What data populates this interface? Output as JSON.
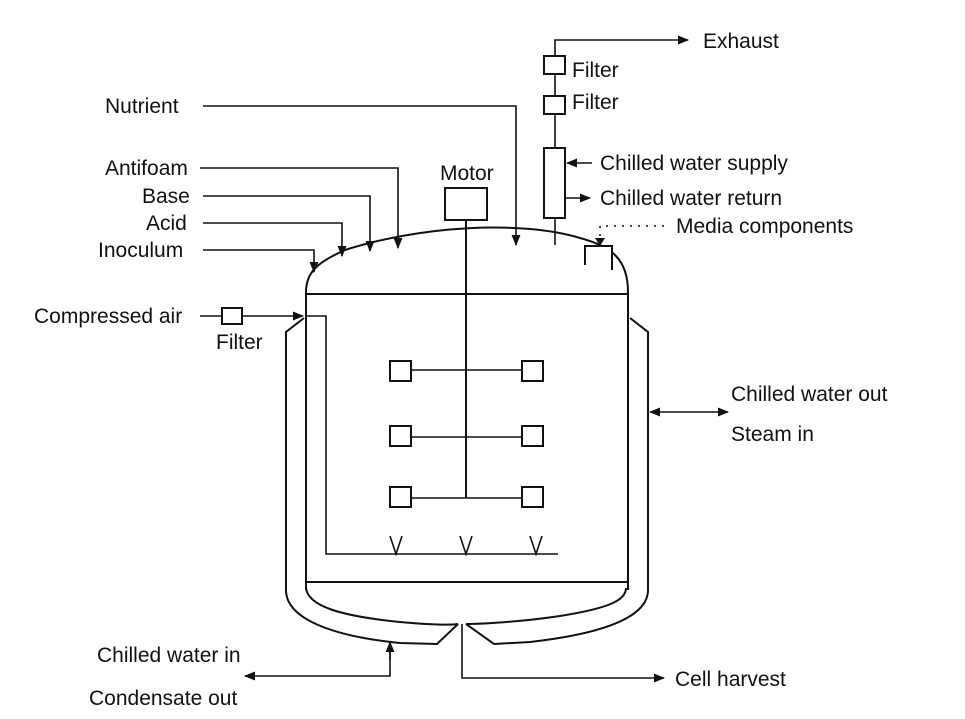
{
  "diagram": {
    "type": "stirred-tank bioreactor schematic",
    "labels": {
      "exhaust": "Exhaust",
      "filter_top_1": "Filter",
      "filter_top_2": "Filter",
      "chilled_water_supply": "Chilled water supply",
      "chilled_water_return": "Chilled water return",
      "media_components": "Media components",
      "nutrient": "Nutrient",
      "antifoam": "Antifoam",
      "base": "Base",
      "acid": "Acid",
      "inoculum": "Inoculum",
      "motor": "Motor",
      "compressed_air": "Compressed air",
      "filter_air": "Filter",
      "chilled_water_out": "Chilled water out",
      "steam_in": "Steam in",
      "chilled_water_in": "Chilled water in",
      "condensate_out": "Condensate out",
      "cell_harvest": "Cell harvest"
    },
    "impeller_count": 3,
    "sparger_nozzle_count": 3,
    "line_color": "#111111",
    "background_color": "#ffffff"
  }
}
